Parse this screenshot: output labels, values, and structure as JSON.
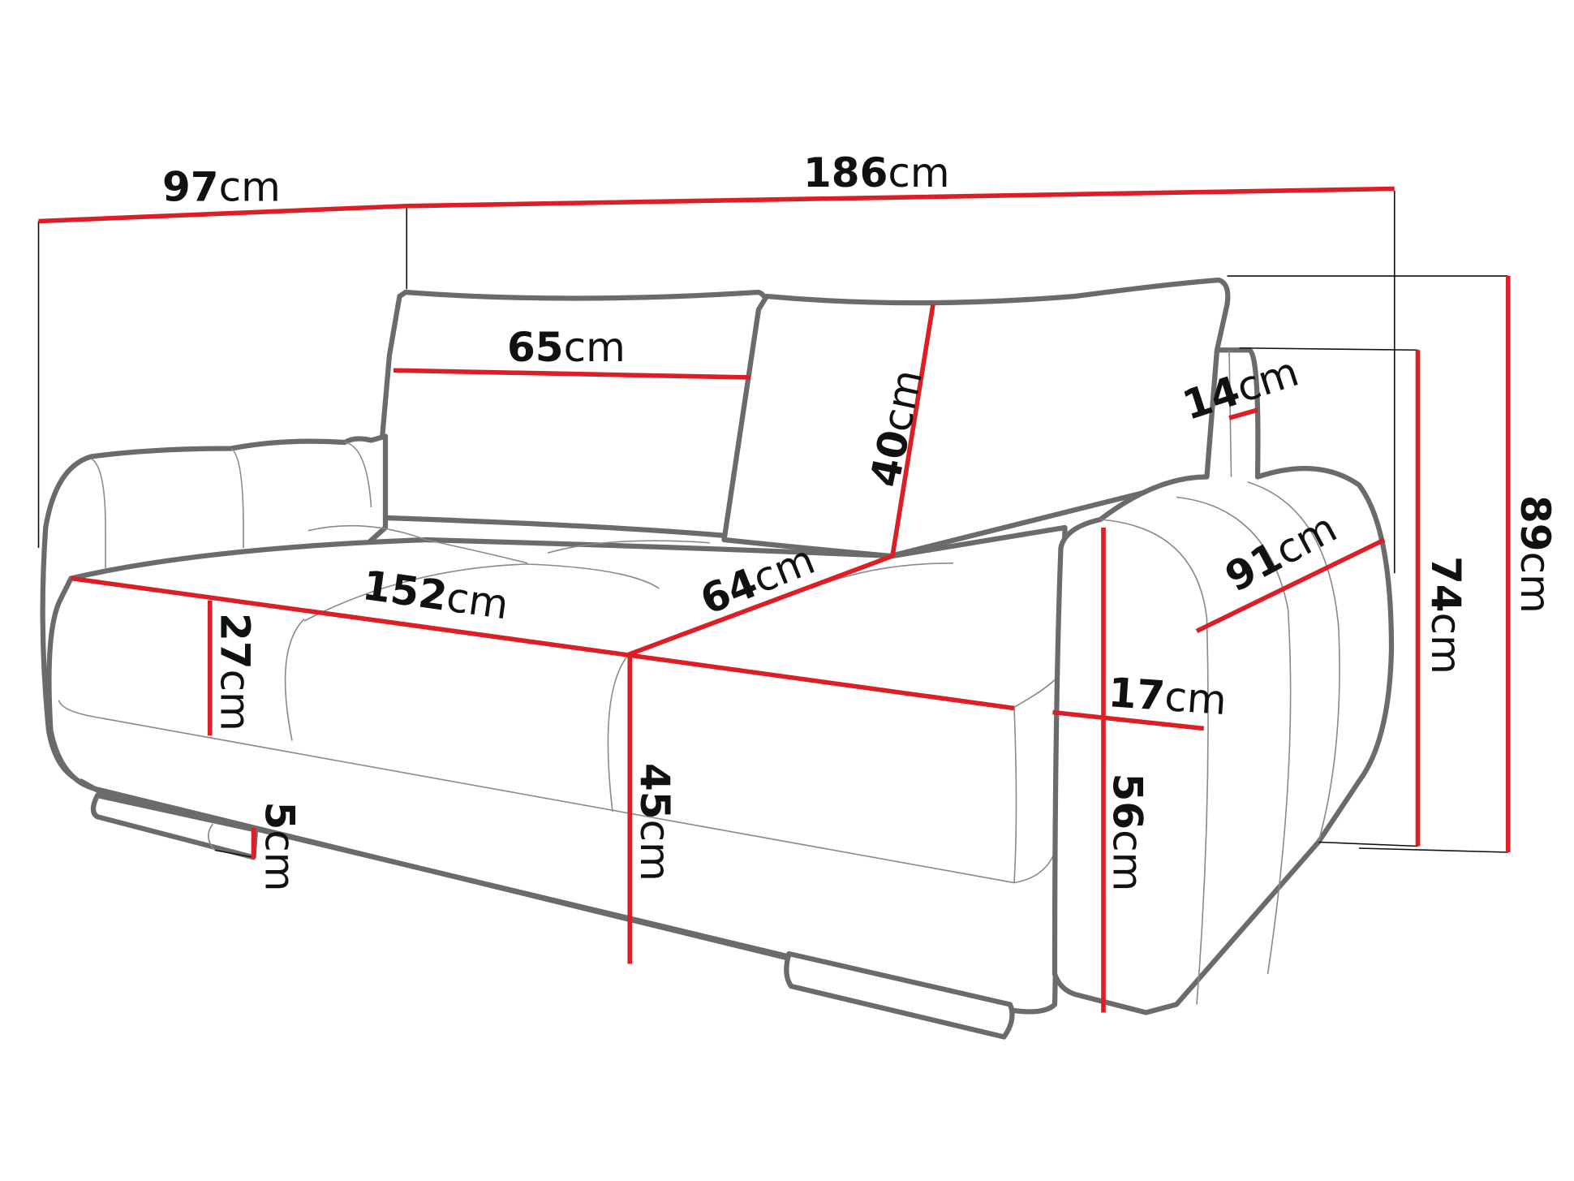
{
  "diagram": {
    "subject": "Sofa dimensions drawing",
    "line_color": "#dc1f26",
    "outline_color": "#6b6b6b",
    "unit": "cm",
    "dimensions": {
      "depth_total": {
        "value": "97",
        "unit": "cm"
      },
      "width_total": {
        "value": "186",
        "unit": "cm"
      },
      "cushion_width": {
        "value": "65",
        "unit": "cm"
      },
      "cushion_height": {
        "value": "40",
        "unit": "cm"
      },
      "backrest_thickness": {
        "value": "14",
        "unit": "cm"
      },
      "height_total": {
        "value": "89",
        "unit": "cm"
      },
      "backrest_height": {
        "value": "74",
        "unit": "cm"
      },
      "armrest_depth": {
        "value": "91",
        "unit": "cm"
      },
      "seat_width": {
        "value": "152",
        "unit": "cm"
      },
      "seat_depth": {
        "value": "64",
        "unit": "cm"
      },
      "seat_cushion_thickness": {
        "value": "27",
        "unit": "cm"
      },
      "seat_height": {
        "value": "45",
        "unit": "cm"
      },
      "armrest_width": {
        "value": "17",
        "unit": "cm"
      },
      "armrest_height": {
        "value": "56",
        "unit": "cm"
      },
      "leg_height": {
        "value": "5",
        "unit": "cm"
      }
    }
  }
}
